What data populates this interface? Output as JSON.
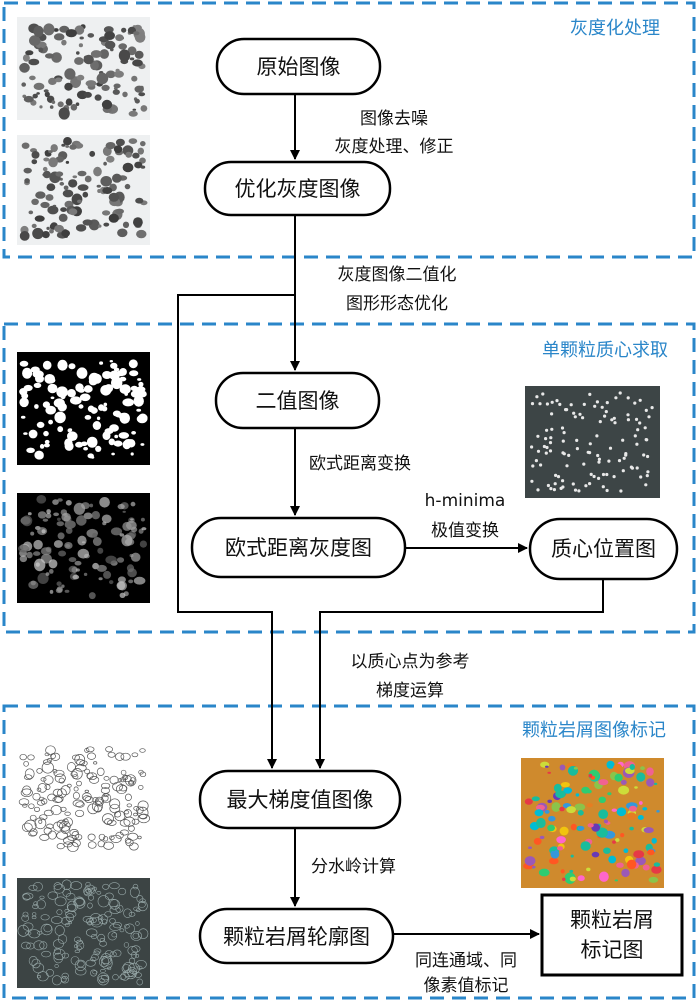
{
  "colors": {
    "section_border": "#2a86c9",
    "section_title": "#2a86c9",
    "line": "#000000"
  },
  "sections": [
    {
      "id": "grayscale",
      "title": "灰度化处理"
    },
    {
      "id": "centroid",
      "title": "单颗粒质心求取"
    },
    {
      "id": "marking",
      "title": "颗粒岩屑图像标记"
    }
  ],
  "nodes": {
    "original": "原始图像",
    "optimized_gray": "优化灰度图像",
    "binary": "二值图像",
    "euclid_gray": "欧式距离灰度图",
    "centroid_pos": "质心位置图",
    "max_gradient": "最大梯度值图像",
    "contour": "颗粒岩屑轮廓图",
    "marked": [
      "颗粒岩屑",
      "标记图"
    ]
  },
  "edge_labels": {
    "denoise": [
      "图像去噪",
      "灰度处理、修正"
    ],
    "binarize": [
      "灰度图像二值化",
      "图形形态优化"
    ],
    "euclid": "欧式距离变换",
    "hminima": [
      "h-minima",
      "极值变换"
    ],
    "gradient": [
      "以质心点为参考",
      "梯度运算"
    ],
    "watershed": "分水岭计算",
    "labeling": [
      "同连通域、同",
      "像素值标记"
    ]
  },
  "thumbnails": [
    {
      "name": "rock-photo-thumbnail",
      "style": "light-gray",
      "icon": "rock-particles"
    },
    {
      "name": "gray-enhanced-thumbnail",
      "style": "light-gray",
      "icon": "rock-particles"
    },
    {
      "name": "binary-mask-thumbnail",
      "style": "binary",
      "icon": "white-blobs"
    },
    {
      "name": "distance-map-thumbnail",
      "style": "distance",
      "icon": "glowing-blobs"
    },
    {
      "name": "centroid-map-thumbnail",
      "style": "centroid",
      "icon": "centroid-dots"
    },
    {
      "name": "edge-map-thumbnail",
      "style": "edges",
      "icon": "outline-cells"
    },
    {
      "name": "gradient-map-thumbnail",
      "style": "gradient",
      "icon": "gradient-cells"
    },
    {
      "name": "labeled-map-thumbnail",
      "style": "labeled",
      "icon": "colored-regions"
    }
  ]
}
